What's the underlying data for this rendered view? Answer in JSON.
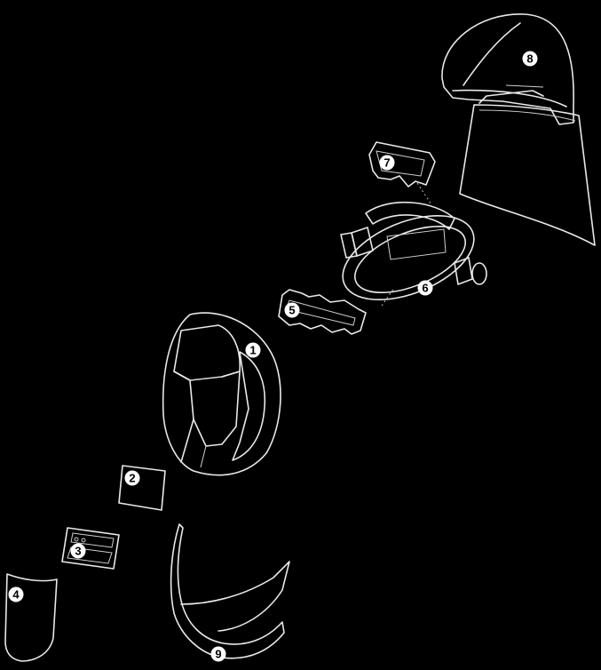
{
  "callouts": [
    {
      "id": "1",
      "part": "helmet-shell"
    },
    {
      "id": "2",
      "part": "inner-cover-lens"
    },
    {
      "id": "3",
      "part": "auto-darkening-filter"
    },
    {
      "id": "4",
      "part": "outer-cover-lens"
    },
    {
      "id": "5",
      "part": "front-sweatband"
    },
    {
      "id": "6",
      "part": "headgear"
    },
    {
      "id": "7",
      "part": "rear-sweatband"
    },
    {
      "id": "8",
      "part": "hard-hat-with-neck-curtain"
    },
    {
      "id": "9",
      "part": "chin-bib"
    }
  ],
  "colors": {
    "background": "#000000",
    "outline": "#e9e9e9",
    "badge": "#ffffff",
    "badge_text": "#000000"
  }
}
